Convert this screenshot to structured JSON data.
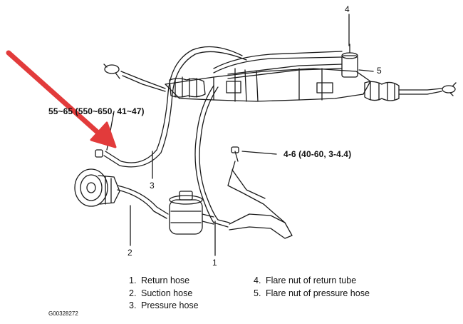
{
  "callouts": {
    "torque_hose": "55~65 (550~650, 41~47)",
    "torque_flare": "4-6 (40-60, 3-4.4)"
  },
  "part_numbers": {
    "p1": "1",
    "p2": "2",
    "p3": "3",
    "p4": "4",
    "p5": "5"
  },
  "legend": {
    "left": [
      {
        "num": "1.",
        "label": "Return hose"
      },
      {
        "num": "2.",
        "label": "Suction hose"
      },
      {
        "num": "3.",
        "label": "Pressure hose"
      }
    ],
    "right": [
      {
        "num": "4.",
        "label": "Flare nut of return tube"
      },
      {
        "num": "5.",
        "label": "Flare nut of pressure hose"
      }
    ]
  },
  "figure_id": "G00328272",
  "colors": {
    "arrow": "#e23b3b",
    "line": "#1a1a1a"
  },
  "icons": {
    "pointer": "red-arrow-icon"
  }
}
